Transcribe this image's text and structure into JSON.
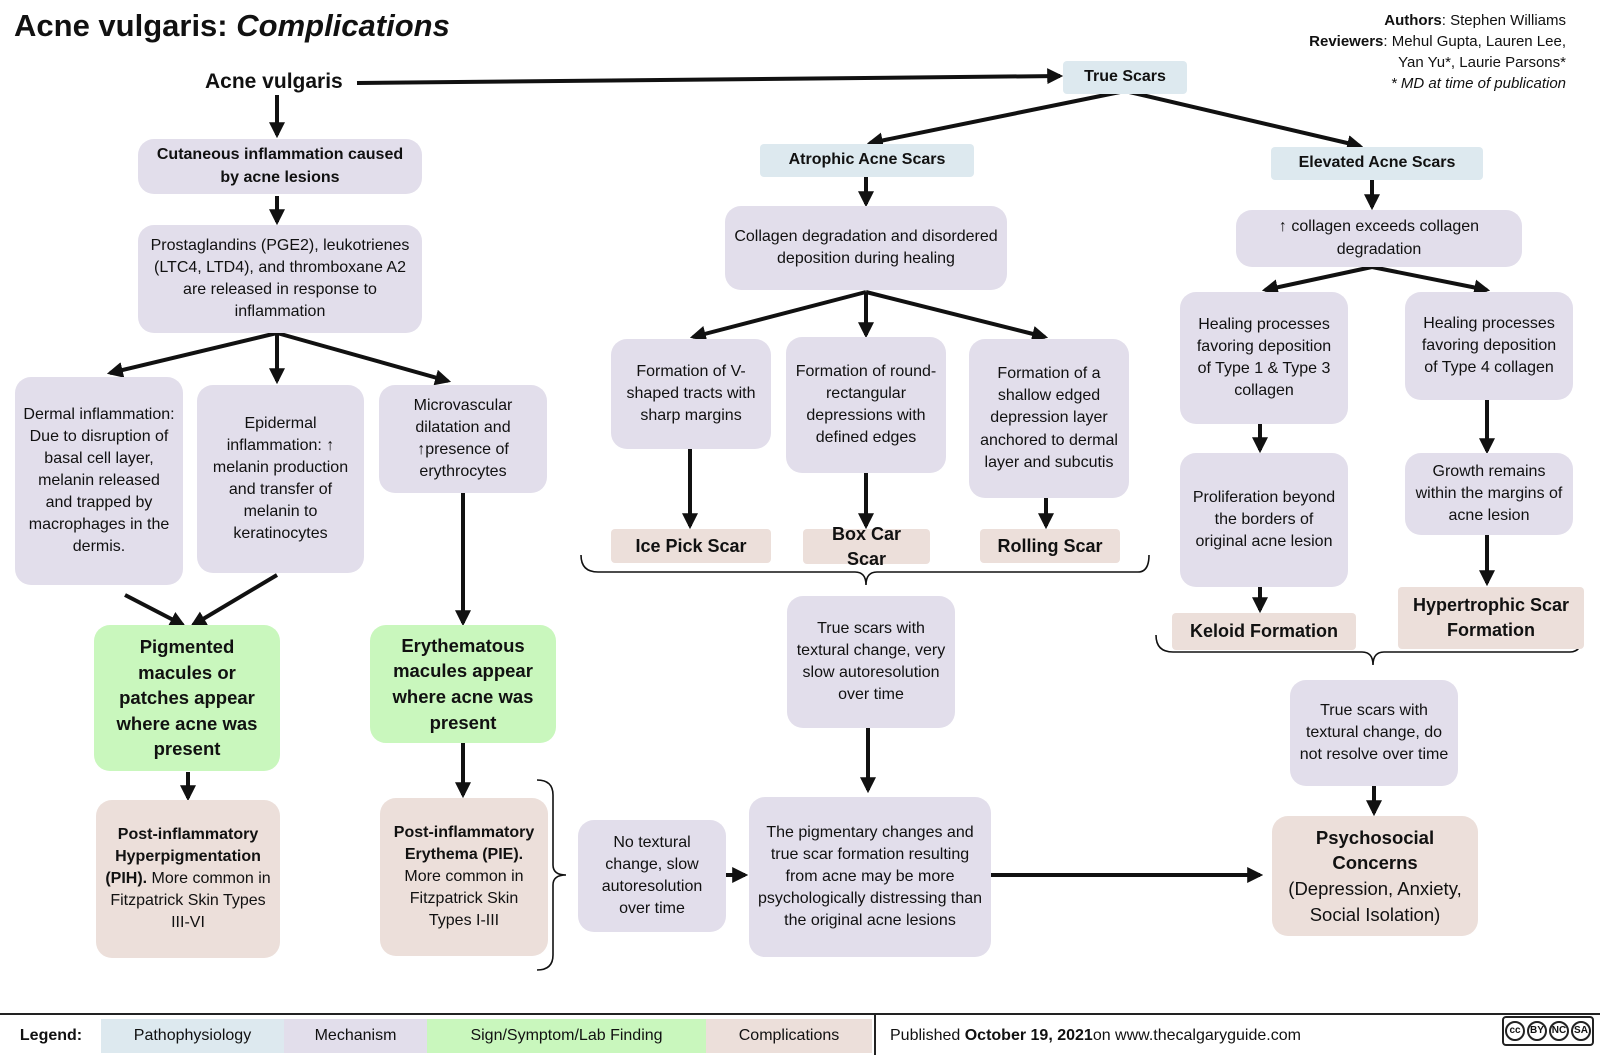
{
  "header": {
    "title_main": "Acne vulgaris: ",
    "title_sub": "Complications",
    "root": "Acne vulgaris",
    "authors_label": "Authors",
    "authors": ": Stephen Williams",
    "reviewers_label": "Reviewers",
    "reviewers_line1": ": Mehul Gupta, Lauren Lee,",
    "reviewers_line2": "Yan Yu*, Laurie Parsons*",
    "note": "* MD at time of publication"
  },
  "left": {
    "cutaneous": "Cutaneous inflammation caused by acne lesions",
    "prostaglandins": "Prostaglandins (PGE2), leukotrienes (LTC4, LTD4), and thromboxane A2 are released in response to inflammation",
    "dermal": "Dermal inflammation: Due to disruption of basal cell layer, melanin released and trapped by macrophages in the dermis.",
    "epidermal": "Epidermal inflammation: ↑ melanin production and transfer of melanin to keratinocytes",
    "microvascular": "Microvascular dilatation and ↑presence of erythrocytes",
    "pigmented": "Pigmented macules or patches appear where acne was present",
    "erythematous": "Erythematous macules appear where acne was present",
    "pih_bold": "Post-inflammatory Hyperpigmentation (PIH).",
    "pih_rest": " More common in Fitzpatrick Skin Types III-VI",
    "pie_bold": "Post-inflammatory Erythema (PIE).",
    "pie_rest": " More common in Fitzpatrick Skin Types I-III",
    "no_textural": "No textural change, slow autoresolution over time"
  },
  "middle": {
    "true_scars": "True Scars",
    "atrophic": "Atrophic Acne Scars",
    "collagen_degradation": "Collagen degradation and disordered deposition during healing",
    "v_shaped": "Formation of V-shaped tracts with sharp margins",
    "round_rect": "Formation of round-rectangular depressions with defined edges",
    "shallow": "Formation of a shallow edged depression layer anchored to dermal layer and subcutis",
    "ice_pick": "Ice Pick Scar",
    "box_car": "Box Car Scar",
    "rolling": "Rolling Scar",
    "slow_auto": "True scars with textural change, very slow autoresolution over time",
    "pigmentary": "The pigmentary changes and true scar formation resulting from acne may be more psychologically distressing than the original acne lesions"
  },
  "right": {
    "elevated": "Elevated Acne Scars",
    "collagen_exceeds": "↑ collagen exceeds collagen degradation",
    "type13": "Healing processes favoring deposition of Type 1 & Type 3 collagen",
    "type4": "Healing processes favoring deposition of Type 4 collagen",
    "proliferation": "Proliferation beyond the borders of original acne lesion",
    "growth": "Growth remains within the margins of acne lesion",
    "keloid": "Keloid Formation",
    "hypertrophic": "Hypertrophic Scar Formation",
    "no_resolve": "True scars with textural change, do not resolve over time",
    "psycho_bold": "Psychosocial Concerns",
    "psycho_rest": "(Depression, Anxiety, Social Isolation)"
  },
  "legend": {
    "label": "Legend:",
    "items": [
      "Pathophysiology",
      "Mechanism",
      "Sign/Symptom/Lab Finding",
      "Complications"
    ],
    "colors": [
      "#dde9ef",
      "#e2deeb",
      "#c9f7bd",
      "#ecdfda"
    ],
    "published_prefix": "Published ",
    "published_date": "October 19, 2021",
    "published_suffix": " on www.thecalgaryguide.com"
  },
  "license": {
    "cc": "cc",
    "by": "BY",
    "nc": "NC",
    "sa": "SA"
  }
}
